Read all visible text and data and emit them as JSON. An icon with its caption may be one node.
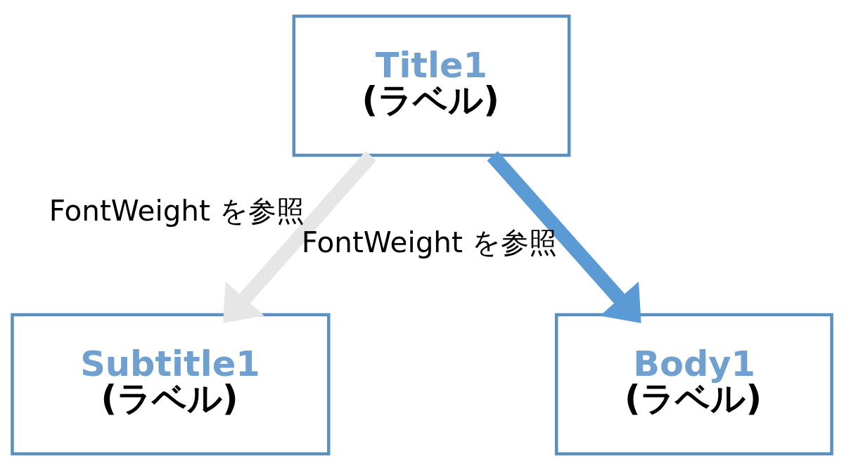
{
  "diagram": {
    "nodes": [
      {
        "text": [
          "Title1",
          "(ラベル)"
        ]
      },
      {
        "text": [
          "Subtitle1",
          "(ラベル)"
        ]
      },
      {
        "text": [
          "Body1",
          "(ラベル)"
        ]
      }
    ],
    "edges": [
      {
        "from": 0,
        "to": 1,
        "arrow": "to",
        "label": "FontWeight を参照",
        "color": "#e6e6e6"
      },
      {
        "from": 0,
        "to": 2,
        "arrow": "to",
        "label": "FontWeight を参照",
        "color": "#5b9bd5"
      }
    ]
  }
}
